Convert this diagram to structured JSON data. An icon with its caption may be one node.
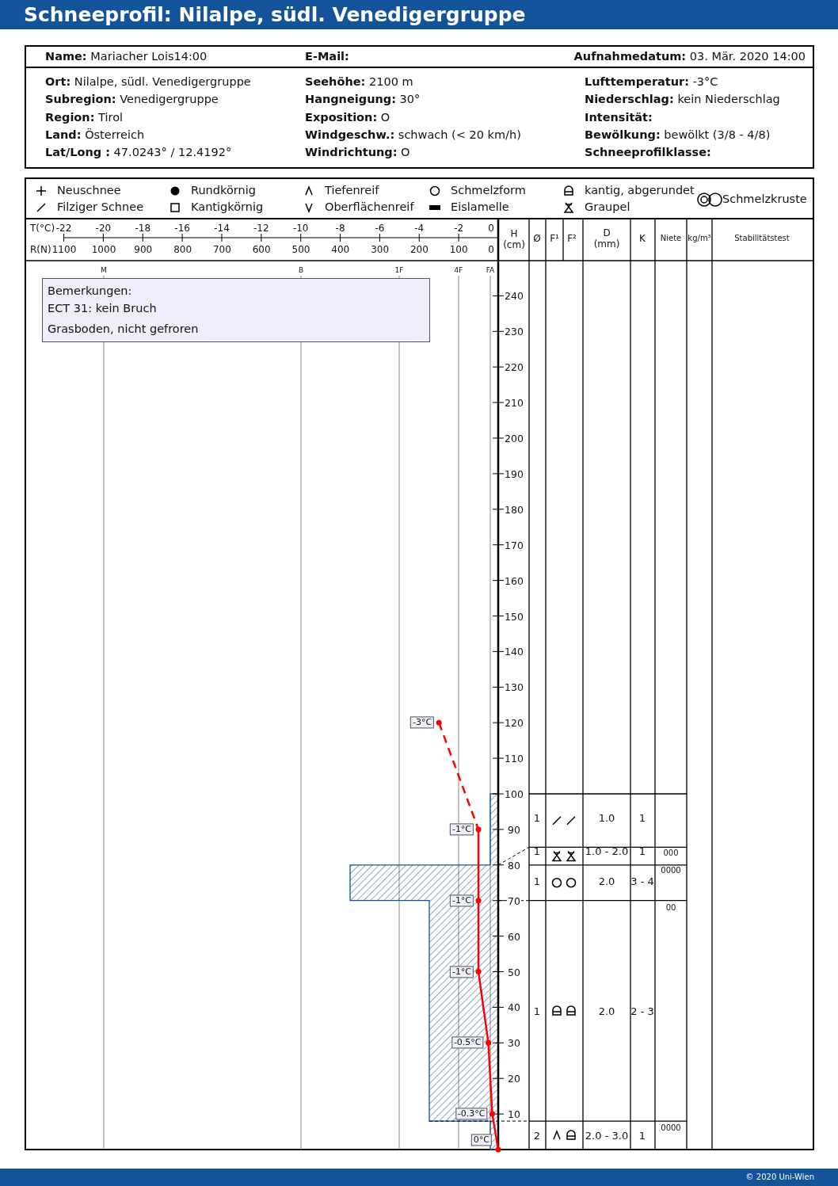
{
  "diagram": {
    "title": "Schneeprofil: Nilalpe, südl. Venedigergruppe",
    "nodes": [
      {
        "text": [
          "Bemerkungen:",
          "ECT 31: kein Bruch",
          "Grasboden, nicht gefroren"
        ]
      }
    ],
    "labels": [
      "**Name:** Mariacher Lois14:00",
      "**E-Mail:**",
      "**Aufnahmedatum:** 03. Mär. 2020 14:00",
      "**Ort:** Nilalpe, südl. Venedigergruppe",
      "**Seehöhe:** 2100 m",
      "**Lufttemperatur:** -3°C",
      "**Subregion:** Venedigergruppe",
      "**Hangneigung:** 30°",
      "**Niederschlag:** kein Niederschlag",
      "**Region:** Tirol",
      "**Exposition:** O",
      "**Intensität:**",
      "**Land:** Österreich",
      "**Windgeschw.:** schwach (< 20 km/h)",
      "**Bewölkung:** bewölkt (3/8 - 4/8)",
      "**Lat/Long :** 47.0243° / 12.4192°",
      "**Windrichtung:** O",
      "**Schneeprofilklasse:**",
      "T(°C)",
      "-22",
      "-20",
      "-18",
      "-16",
      "-14",
      "-12",
      "-10",
      "-8",
      "-6",
      "-4",
      "-2",
      "0",
      "H (cm)",
      "R(N)",
      "1100",
      "1000",
      "900",
      "800",
      "700",
      "600",
      "500",
      "400",
      "300",
      "200",
      "100",
      "0",
      "Ø",
      "F¹",
      "F²",
      "D (mm)",
      "K",
      "Niete",
      "kg/m³",
      "Stabilitätstest",
      "M",
      "B",
      "1F",
      "4F",
      "FA",
      "240",
      "230",
      "220",
      "210",
      "200",
      "190",
      "180",
      "170",
      "160",
      "150",
      "140",
      "130",
      "120",
      "110",
      "100",
      "90",
      "80",
      "70",
      "60",
      "50",
      "40",
      "30",
      "20",
      "10",
      "-3°C",
      "-1°C",
      "-1°C",
      "-1°C",
      "-0.5°C",
      "-0.3°C",
      "0°C",
      "1",
      "1.0",
      "1",
      "1",
      "1.0 - 2.0",
      "1",
      "000",
      "1",
      "2.0",
      "3 - 4",
      "0000",
      "00",
      "1",
      "2.0",
      "2 - 3",
      "2",
      "2.0 - 3.0",
      "1",
      "0000",
      "© 2020 Uni-Wien"
    ],
    "legend": [
      {
        "text": "Neuschnee"
      },
      {
        "text": "Filziger Schnee"
      },
      {
        "text": "Rundkörnig"
      },
      {
        "text": "Kantigkörnig"
      },
      {
        "text": "Tiefenreif"
      },
      {
        "text": "Oberflächenreif"
      },
      {
        "text": "Schmelzform"
      },
      {
        "text": "Eislamelle"
      },
      {
        "text": "kantig, abgerundet"
      },
      {
        "text": "Graupel"
      },
      {
        "text": "Schmelzkruste"
      }
    ]
  }
}
